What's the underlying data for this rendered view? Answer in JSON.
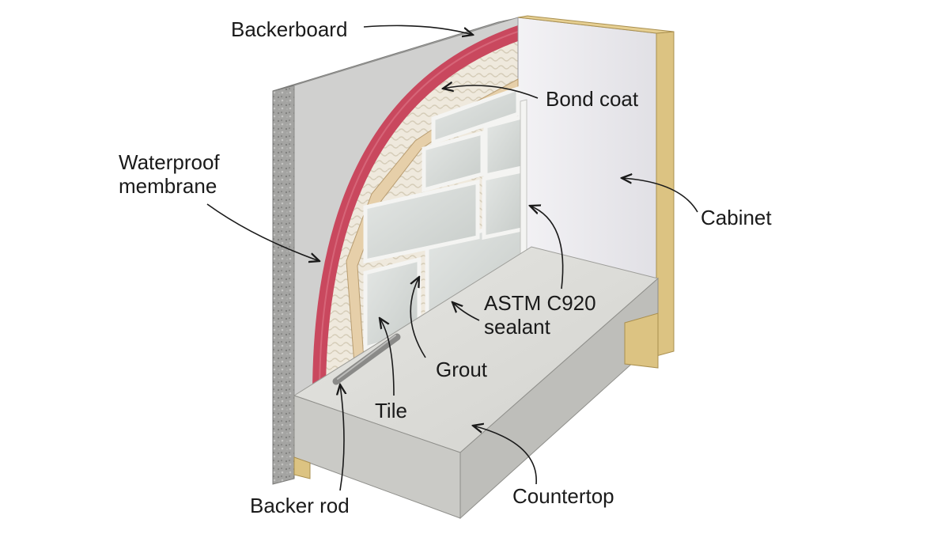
{
  "diagram": {
    "callouts": {
      "backerboard": "Backerboard",
      "bond_coat": "Bond coat",
      "waterproof_membrane": [
        "Waterproof",
        "membrane"
      ],
      "cabinet": "Cabinet",
      "sealant": [
        "ASTM C920",
        "sealant"
      ],
      "grout": "Grout",
      "tile": "Tile",
      "countertop": "Countertop",
      "backer_rod": "Backer rod"
    },
    "colors": {
      "backerboard_edge": "#9c9c9c",
      "backerboard_face": "#d0d0cf",
      "membrane": "#c9485e",
      "bond_coat": "#eee8dc",
      "tile": "#d8dcd9",
      "grout_and_sealant": "#f4f4f2",
      "cabinet": "#e9e8ec",
      "wood_framing": "#dcc382",
      "countertop_top": "#dcdcd8",
      "countertop_front": "#cacac6",
      "backer_rod": "#8a8a88"
    }
  }
}
